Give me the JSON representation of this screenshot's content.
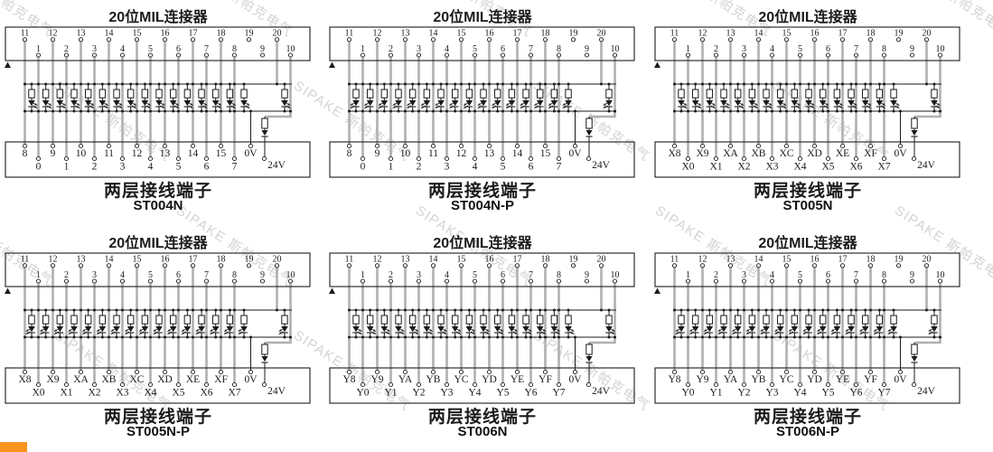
{
  "watermark": {
    "text": "SIPAKE 斯帕克电气",
    "color": "#d4d4d4"
  },
  "corner_block": {
    "color": "#F7941E"
  },
  "shared": {
    "connector_label": "20位MIL连接器",
    "terminal_label": "两层接线端子",
    "top_pins": [
      "11",
      "12",
      "13",
      "14",
      "15",
      "16",
      "17",
      "18",
      "19",
      "20"
    ],
    "bottom_pins": [
      "1",
      "2",
      "3",
      "4",
      "5",
      "6",
      "7",
      "8",
      "9",
      "10"
    ],
    "power_labels": {
      "zero_v": "0V",
      "twentyfour_v": "24V"
    },
    "colors": {
      "wire": "#b0b0b0",
      "line": "#1b1b1b"
    }
  },
  "panels": [
    {
      "model": "ST004N",
      "led_mirrored": false,
      "terminals_top": [
        "8",
        "9",
        "10",
        "11",
        "12",
        "13",
        "14",
        "15",
        "0V"
      ],
      "terminals_bottom": [
        "0",
        "1",
        "2",
        "3",
        "4",
        "5",
        "6",
        "7",
        "24V"
      ]
    },
    {
      "model": "ST004N-P",
      "led_mirrored": true,
      "terminals_top": [
        "8",
        "9",
        "10",
        "11",
        "12",
        "13",
        "14",
        "15",
        "0V"
      ],
      "terminals_bottom": [
        "0",
        "1",
        "2",
        "3",
        "4",
        "5",
        "6",
        "7",
        "24V"
      ]
    },
    {
      "model": "ST005N",
      "led_mirrored": false,
      "terminals_top": [
        "X8",
        "X9",
        "XA",
        "XB",
        "XC",
        "XD",
        "XE",
        "XF",
        "0V"
      ],
      "terminals_bottom": [
        "X0",
        "X1",
        "X2",
        "X3",
        "X4",
        "X5",
        "X6",
        "X7",
        "24V"
      ]
    },
    {
      "model": "ST005N-P",
      "led_mirrored": true,
      "terminals_top": [
        "X8",
        "X9",
        "XA",
        "XB",
        "XC",
        "XD",
        "XE",
        "XF",
        "0V"
      ],
      "terminals_bottom": [
        "X0",
        "X1",
        "X2",
        "X3",
        "X4",
        "X5",
        "X6",
        "X7",
        "24V"
      ]
    },
    {
      "model": "ST006N",
      "led_mirrored": false,
      "terminals_top": [
        "Y8",
        "Y9",
        "YA",
        "YB",
        "YC",
        "YD",
        "YE",
        "YF",
        "0V"
      ],
      "terminals_bottom": [
        "Y0",
        "Y1",
        "Y2",
        "Y3",
        "Y4",
        "Y5",
        "Y6",
        "Y7",
        "24V"
      ]
    },
    {
      "model": "ST006N-P",
      "led_mirrored": true,
      "terminals_top": [
        "Y8",
        "Y9",
        "YA",
        "YB",
        "YC",
        "YD",
        "YE",
        "YF",
        "0V"
      ],
      "terminals_bottom": [
        "Y0",
        "Y1",
        "Y2",
        "Y3",
        "Y4",
        "Y5",
        "Y6",
        "Y7",
        "24V"
      ]
    }
  ]
}
